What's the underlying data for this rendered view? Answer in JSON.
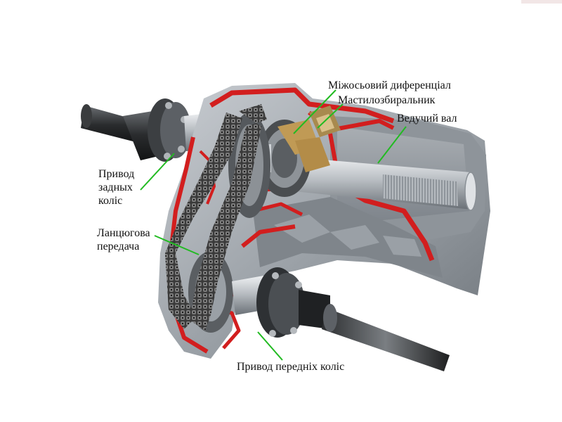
{
  "labels": {
    "interaxle_differential": "Міжосьовий диференціал",
    "oil_collector": "Мастилозбиральник",
    "drive_shaft": "Ведучий вал",
    "rear_wheel_drive": "Привод\nзадных\nколіс",
    "chain_drive": "Ланцюгова\nпередача",
    "front_wheel_drive": "Привод передніх коліс"
  },
  "colors": {
    "leader_line": "#22bb22",
    "cut_section": "#d21e1e",
    "housing": "#9aa0a6",
    "chain": "#2b2b2b"
  }
}
